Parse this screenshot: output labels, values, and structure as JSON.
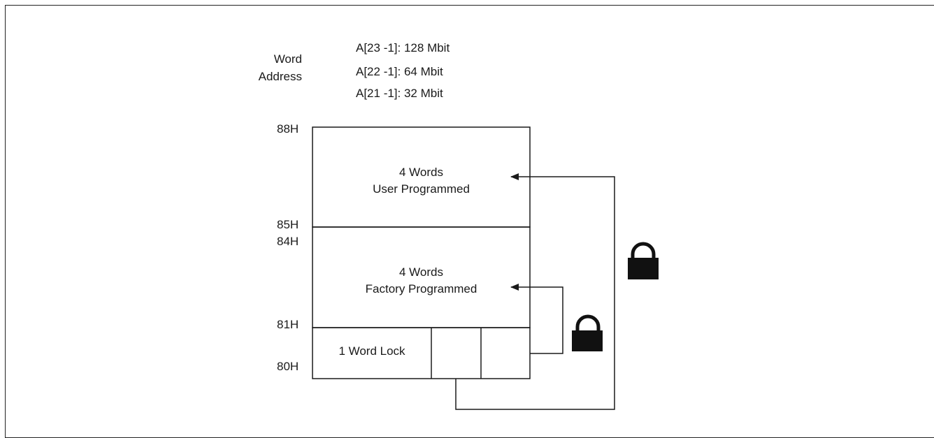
{
  "header": {
    "word_label": "Word",
    "address_label": "Address",
    "address_lines": [
      "A[23 -1]: 128  Mbit",
      "A[22 -1]: 64  Mbit",
      "A[21 -1]: 32  Mbit"
    ]
  },
  "addresses": {
    "a88": "88H",
    "a85": "85H",
    "a84": "84H",
    "a81": "81H",
    "a80": "80H"
  },
  "blocks": {
    "user": {
      "line1": "4 Words",
      "line2": "User Programmed"
    },
    "factory": {
      "line1": "4 Words",
      "line2": "Factory Programmed"
    },
    "lock": {
      "label": "1 Word Lock"
    }
  },
  "icons": [
    "padlock-icon",
    "padlock-icon"
  ]
}
